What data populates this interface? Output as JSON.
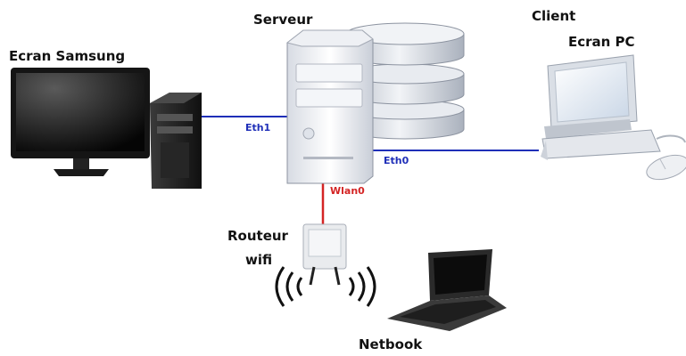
{
  "labels": {
    "server": "Serveur",
    "client": "Client",
    "client_screen": "Ecran PC",
    "samsung_screen": "Ecran Samsung",
    "router_line1": "Routeur",
    "router_line2": "wifi",
    "netbook": "Netbook"
  },
  "ports": {
    "eth1": "Eth1",
    "eth0": "Eth0",
    "wlan0": "Wlan0"
  },
  "colors": {
    "ethernet_link": "#1f2fb8",
    "wireless_link": "#d42424",
    "eth_label": "#1f2fb8",
    "wlan_label": "#d42424"
  }
}
